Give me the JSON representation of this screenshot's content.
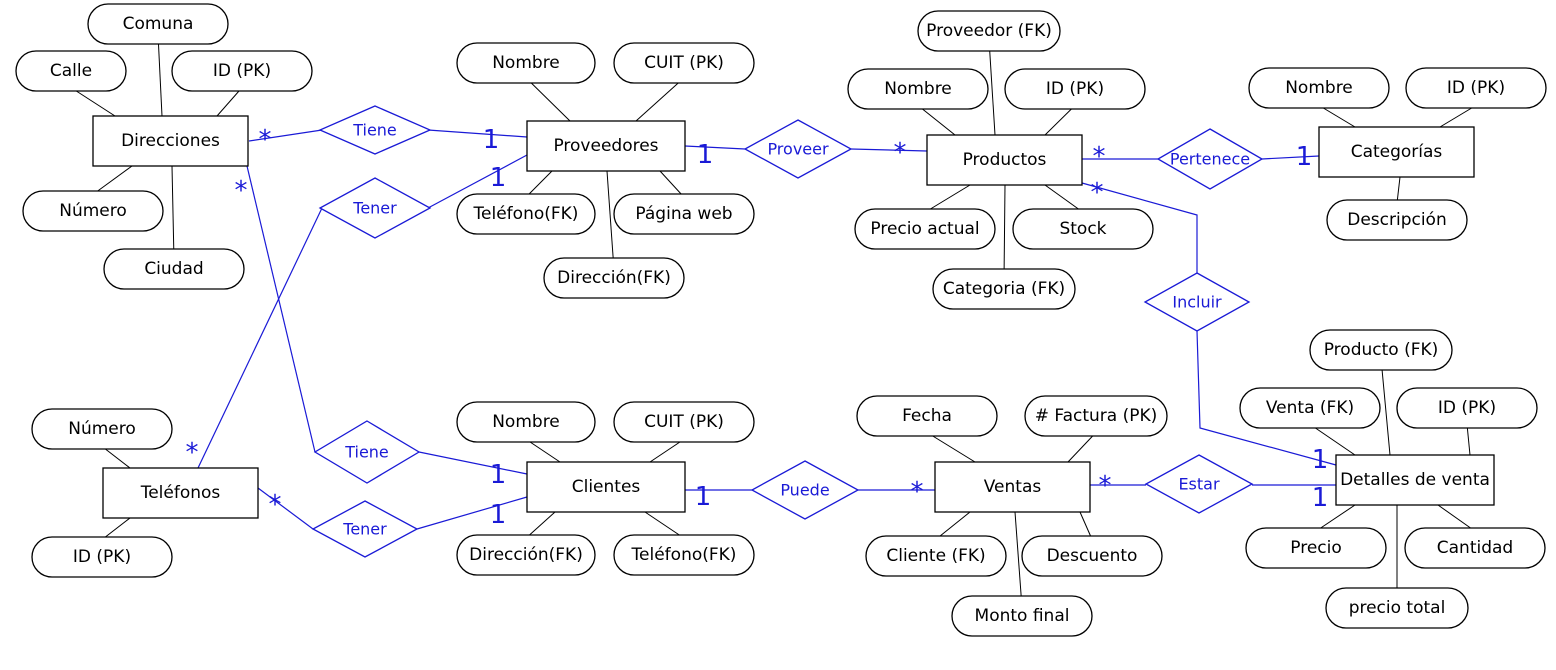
{
  "colors": {
    "relationship": "#1a1ad6",
    "ink": "#000000",
    "background": "#ffffff"
  },
  "entities": [
    {
      "id": "direcciones",
      "label": "Direcciones"
    },
    {
      "id": "proveedores",
      "label": "Proveedores"
    },
    {
      "id": "productos",
      "label": "Productos"
    },
    {
      "id": "categorias",
      "label": "Categorías"
    },
    {
      "id": "telefonos",
      "label": "Teléfonos"
    },
    {
      "id": "clientes",
      "label": "Clientes"
    },
    {
      "id": "ventas",
      "label": "Ventas"
    },
    {
      "id": "detalles",
      "label": "Detalles de venta"
    }
  ],
  "attributes": [
    {
      "id": "dir-comuna",
      "entity": "direcciones",
      "label": "Comuna"
    },
    {
      "id": "dir-calle",
      "entity": "direcciones",
      "label": "Calle"
    },
    {
      "id": "dir-id",
      "entity": "direcciones",
      "label": "ID (PK)"
    },
    {
      "id": "dir-numero",
      "entity": "direcciones",
      "label": "Número"
    },
    {
      "id": "dir-ciudad",
      "entity": "direcciones",
      "label": "Ciudad"
    },
    {
      "id": "prov-nombre",
      "entity": "proveedores",
      "label": "Nombre"
    },
    {
      "id": "prov-cuit",
      "entity": "proveedores",
      "label": "CUIT (PK)"
    },
    {
      "id": "prov-telefono",
      "entity": "proveedores",
      "label": "Teléfono(FK)"
    },
    {
      "id": "prov-pagina",
      "entity": "proveedores",
      "label": "Página web"
    },
    {
      "id": "prov-direccion",
      "entity": "proveedores",
      "label": "Dirección(FK)"
    },
    {
      "id": "prod-proveedor",
      "entity": "productos",
      "label": "Proveedor (FK)"
    },
    {
      "id": "prod-nombre",
      "entity": "productos",
      "label": "Nombre"
    },
    {
      "id": "prod-id",
      "entity": "productos",
      "label": "ID (PK)"
    },
    {
      "id": "prod-precio",
      "entity": "productos",
      "label": "Precio actual"
    },
    {
      "id": "prod-stock",
      "entity": "productos",
      "label": "Stock"
    },
    {
      "id": "prod-categoria",
      "entity": "productos",
      "label": "Categoria (FK)"
    },
    {
      "id": "cat-nombre",
      "entity": "categorias",
      "label": "Nombre"
    },
    {
      "id": "cat-id",
      "entity": "categorias",
      "label": "ID (PK)"
    },
    {
      "id": "cat-descripcion",
      "entity": "categorias",
      "label": "Descripción"
    },
    {
      "id": "tel-numero",
      "entity": "telefonos",
      "label": "Número"
    },
    {
      "id": "tel-id",
      "entity": "telefonos",
      "label": "ID (PK)"
    },
    {
      "id": "cli-nombre",
      "entity": "clientes",
      "label": "Nombre"
    },
    {
      "id": "cli-cuit",
      "entity": "clientes",
      "label": "CUIT (PK)"
    },
    {
      "id": "cli-direccion",
      "entity": "clientes",
      "label": "Dirección(FK)"
    },
    {
      "id": "cli-telefono",
      "entity": "clientes",
      "label": "Teléfono(FK)"
    },
    {
      "id": "ven-fecha",
      "entity": "ventas",
      "label": "Fecha"
    },
    {
      "id": "ven-factura",
      "entity": "ventas",
      "label": "# Factura (PK)"
    },
    {
      "id": "ven-cliente",
      "entity": "ventas",
      "label": "Cliente (FK)"
    },
    {
      "id": "ven-descuento",
      "entity": "ventas",
      "label": "Descuento"
    },
    {
      "id": "ven-monto",
      "entity": "ventas",
      "label": "Monto final"
    },
    {
      "id": "det-producto",
      "entity": "detalles",
      "label": "Producto (FK)"
    },
    {
      "id": "det-venta",
      "entity": "detalles",
      "label": "Venta (FK)"
    },
    {
      "id": "det-id",
      "entity": "detalles",
      "label": "ID (PK)"
    },
    {
      "id": "det-precio",
      "entity": "detalles",
      "label": "Precio"
    },
    {
      "id": "det-cantidad",
      "entity": "detalles",
      "label": "Cantidad"
    },
    {
      "id": "det-total",
      "entity": "detalles",
      "label": "precio total"
    }
  ],
  "relationships": [
    {
      "id": "rel-tiene-prov",
      "label": "Tiene",
      "from": "direcciones",
      "to": "proveedores",
      "from_card": "*",
      "to_card": "1"
    },
    {
      "id": "rel-tener-prov",
      "label": "Tener",
      "from": "telefonos",
      "to": "proveedores",
      "from_card": "*",
      "to_card": "1"
    },
    {
      "id": "rel-proveer",
      "label": "Proveer",
      "from": "proveedores",
      "to": "productos",
      "from_card": "1",
      "to_card": "*"
    },
    {
      "id": "rel-pertenece",
      "label": "Pertenece",
      "from": "productos",
      "to": "categorias",
      "from_card": "*",
      "to_card": "1"
    },
    {
      "id": "rel-incluir",
      "label": "Incluir",
      "from": "productos",
      "to": "detalles",
      "from_card": "*",
      "to_card": "1"
    },
    {
      "id": "rel-tiene-cli",
      "label": "Tiene",
      "from": "direcciones",
      "to": "clientes",
      "from_card": "*",
      "to_card": "1"
    },
    {
      "id": "rel-tener-cli",
      "label": "Tener",
      "from": "telefonos",
      "to": "clientes",
      "from_card": "*",
      "to_card": "1"
    },
    {
      "id": "rel-puede",
      "label": "Puede",
      "from": "clientes",
      "to": "ventas",
      "from_card": "1",
      "to_card": "*"
    },
    {
      "id": "rel-estar",
      "label": "Estar",
      "from": "ventas",
      "to": "detalles",
      "from_card": "*",
      "to_card": "1"
    }
  ]
}
